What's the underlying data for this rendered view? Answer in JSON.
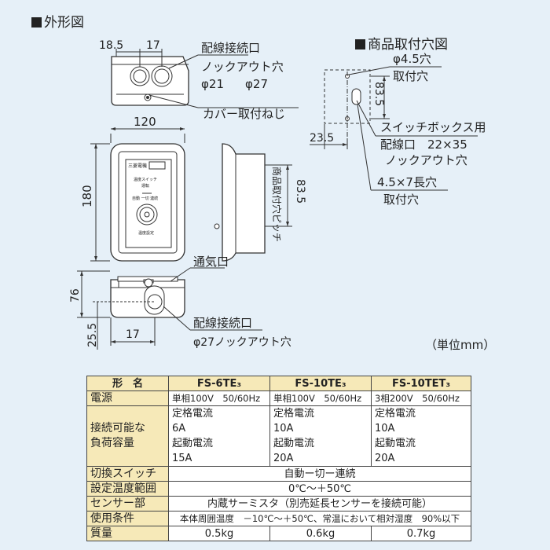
{
  "sections": {
    "outline_title": "外形図",
    "mount_title": "商品取付穴図"
  },
  "outline": {
    "dim_18_5": "18.5",
    "dim_17_top": "17",
    "wiring_port": "配線接続口",
    "knockout_hole": "ノックアウト穴",
    "phi21": "φ21",
    "phi27": "φ27",
    "cover_screw": "カバー取付ねじ",
    "dim_120": "120",
    "dim_180": "180",
    "pitch_label": "商品取付穴ピッチ",
    "dim_83_5_side": "83.5",
    "vent": "通気口",
    "dim_76": "76",
    "dim_25_5": "25.5",
    "dim_17_bottom": "17",
    "wiring_port_2": "配線接続口",
    "knockout_phi27": "φ27ノックアウト穴",
    "panel_brand": "三菱電機",
    "panel_label_1": "温度スイッチ",
    "panel_label_2": "運転",
    "panel_label_3": "自動 一切 連続",
    "panel_label_4": "温度設定"
  },
  "mount": {
    "phi4_5": "φ4.5穴",
    "mount_hole": "取付穴",
    "dim_83_5": "83.5",
    "dim_23_5": "23.5",
    "switch_box": "スイッチボックス用",
    "wiring_box": "配線口　22×35",
    "knockout": "ノックアウト穴",
    "slot": "4.5×7長穴",
    "slot_mount": "取付穴"
  },
  "unit": "（単位mm）",
  "table": {
    "header": [
      "形　名",
      "FS-6TE₃",
      "FS-10TE₃",
      "FS-10TET₃"
    ],
    "power_label": "電源",
    "power": [
      "単相100V　50/60Hz",
      "単相100V　50/60Hz",
      "3相200V　50/60Hz"
    ],
    "load_label_1": "接続可能な",
    "load_label_2": "負荷容量",
    "rated_label": "定格電流",
    "start_label": "起動電流",
    "rated": [
      "6A",
      "10A",
      "10A"
    ],
    "start": [
      "15A",
      "20A",
      "20A"
    ],
    "switch_label": "切換スイッチ",
    "switch_value": "自動ー切ー連続",
    "temp_label": "設定温度範囲",
    "temp_value": "0℃～＋50℃",
    "sensor_label": "センサー部",
    "sensor_value": "内蔵サーミスタ（別売延長センサーを接続可能）",
    "cond_label": "使用条件",
    "cond_value": "本体周囲温度　－10℃～＋50℃、常温において相対湿度　90%以下",
    "mass_label": "質量",
    "mass": [
      "0.5kg",
      "0.6kg",
      "0.7kg"
    ]
  }
}
